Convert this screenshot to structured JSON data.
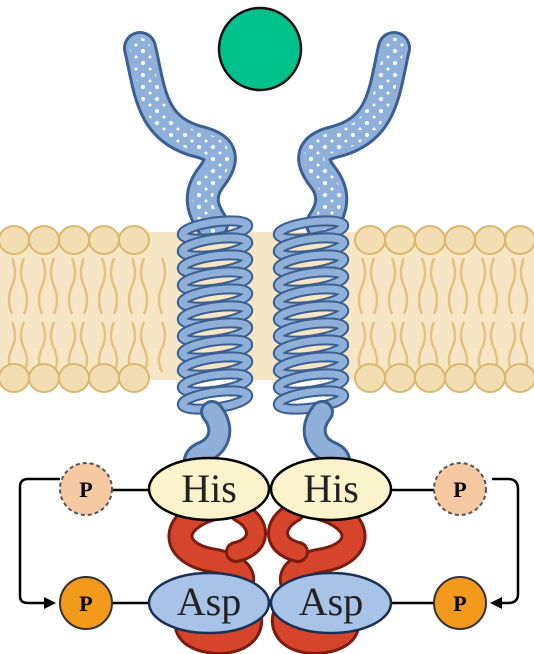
{
  "colors": {
    "ligand": "#00c08b",
    "receptor": "#8fb0d8",
    "receptor_outline": "#3c5f91",
    "membrane_head": "#f3deb3",
    "membrane_head_outline": "#d9b86f",
    "membrane_core": "#f7e6c6",
    "his_domain": "#fbf3cc",
    "asp_domain": "#a9c3e6",
    "kinase_loops": "#d6452b",
    "phosphate_light": "#f6c9a2",
    "phosphate_bright": "#f39a1d"
  },
  "icons": {
    "ligand": "ligand-circle",
    "receptor": "receptor-helix",
    "membrane": "lipid-bilayer",
    "phosphoryl_transfer": "arrow-loop"
  },
  "labels": {
    "his_left": "His",
    "his_right": "His",
    "asp_left": "Asp",
    "asp_right": "Asp",
    "p_his_left": "P",
    "p_his_right": "P",
    "p_asp_left": "P",
    "p_asp_right": "P"
  }
}
